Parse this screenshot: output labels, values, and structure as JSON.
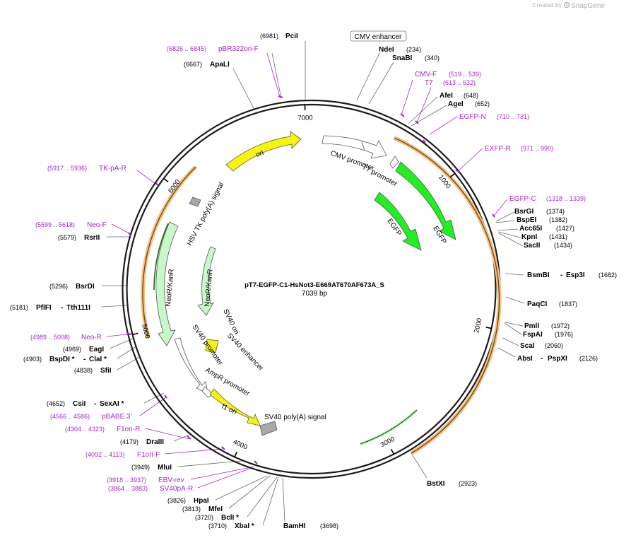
{
  "credit": {
    "prefix": "Created by",
    "brand": "SnapGene"
  },
  "plasmid": {
    "name": "pT7-EGFP-C1-HsNot3-E669AT670AF673A_S",
    "size_text": "7039 bp",
    "length": 7039
  },
  "ticks": [
    {
      "pos": 1000,
      "label": "1000"
    },
    {
      "pos": 2000,
      "label": "2000"
    },
    {
      "pos": 3000,
      "label": "3000"
    },
    {
      "pos": 4000,
      "label": "4000"
    },
    {
      "pos": 5000,
      "label": "5000"
    },
    {
      "pos": 6000,
      "label": "6000"
    },
    {
      "pos": 7000,
      "label": "7000"
    }
  ],
  "features": [
    {
      "name": "CMV enhancer",
      "boxed": true
    },
    {
      "name": "CMV promoter"
    },
    {
      "name": "T7 promoter"
    },
    {
      "name": "EGFP",
      "color": "#22ee22"
    },
    {
      "name": "EGFP",
      "color": "#22ee22"
    },
    {
      "name": "ori",
      "color": "#f5f50a"
    },
    {
      "name": "HSV TK poly(A) signal",
      "color": "#a8a8a8"
    },
    {
      "name": "NeoR/KanR",
      "color": "#c8f7c8"
    },
    {
      "name": "NeoR/KanR",
      "color": "#c8f7c8"
    },
    {
      "name": "SV40 ori",
      "color": "#f5f50a"
    },
    {
      "name": "SV40 enhancer"
    },
    {
      "name": "SV40 promoter"
    },
    {
      "name": "AmpR promoter"
    },
    {
      "name": "f1 ori",
      "color": "#f5f50a"
    },
    {
      "name": "SV40 poly(A) signal",
      "color": "#a8a8a8"
    }
  ],
  "sites": [
    {
      "name": "PciI",
      "pos": "(6981)"
    },
    {
      "name": "NdeI",
      "pos": "(234)"
    },
    {
      "name": "SnaBI",
      "pos": "(340)"
    },
    {
      "name": "ApaLI",
      "pos": "(6667)"
    },
    {
      "name": "AfeI",
      "pos": "(648)"
    },
    {
      "name": "AgeI",
      "pos": "(652)"
    },
    {
      "name": "BsrGI",
      "pos": "(1374)"
    },
    {
      "name": "BspEI",
      "pos": "(1382)"
    },
    {
      "name": "Acc65I",
      "pos": "(1427)"
    },
    {
      "name": "KpnI",
      "pos": "(1431)"
    },
    {
      "name": "SacII",
      "pos": "(1434)"
    },
    {
      "name": "BsmBI",
      "name2": "Esp3I",
      "pos": "(1682)"
    },
    {
      "name": "PaqCI",
      "pos": "(1837)"
    },
    {
      "name": "PmlI",
      "pos": "(1972)"
    },
    {
      "name": "FspAI",
      "pos": "(1976)"
    },
    {
      "name": "ScaI",
      "pos": "(2060)"
    },
    {
      "name": "AbsI",
      "name2": "PspXI",
      "pos": "(2126)"
    },
    {
      "name": "BstXI",
      "pos": "(2923)"
    },
    {
      "name": "RsrII",
      "pos": "(5579)"
    },
    {
      "name": "BsrDI",
      "pos": "(5296)"
    },
    {
      "name": "PflFI",
      "name2": "Tth111I",
      "pos": "(5181)"
    },
    {
      "name": "EagI",
      "pos": "(4969)"
    },
    {
      "name": "BspDI *",
      "name2": "ClaI *",
      "pos": "(4903)"
    },
    {
      "name": "SfiI",
      "pos": "(4838)"
    },
    {
      "name": "CsiI",
      "name2": "SexAI *",
      "pos": "(4652)"
    },
    {
      "name": "DraIII",
      "pos": "(4179)"
    },
    {
      "name": "MluI",
      "pos": "(3949)"
    },
    {
      "name": "HpaI",
      "pos": "(3826)"
    },
    {
      "name": "MfeI",
      "pos": "(3813)"
    },
    {
      "name": "BclI *",
      "pos": "(3720)"
    },
    {
      "name": "XbaI *",
      "pos": "(3710)"
    },
    {
      "name": "BamHI",
      "pos": "(3698)"
    }
  ],
  "primers": [
    {
      "name": "pBR322ori-F",
      "range": "(6826 .. 6845)"
    },
    {
      "name": "CMV-F",
      "range": "(519 .. 539)"
    },
    {
      "name": "T7",
      "range": "(613 .. 632)"
    },
    {
      "name": "EGFP-N",
      "range": "(710 .. 731)"
    },
    {
      "name": "EXFP-R",
      "range": "(971 .. 990)"
    },
    {
      "name": "EGFP-C",
      "range": "(1318 .. 1339)"
    },
    {
      "name": "TK-pA-R",
      "range": "(5917 .. 5936)"
    },
    {
      "name": "Neo-F",
      "range": "(5599 .. 5618)"
    },
    {
      "name": "Neo-R",
      "range": "(4989 .. 5008)"
    },
    {
      "name": "pBABE 3'",
      "range": "(4566 .. 4586)"
    },
    {
      "name": "F1ori-R",
      "range": "(4304 .. 4323)"
    },
    {
      "name": "F1ori-F",
      "range": "(4092 .. 4113)"
    },
    {
      "name": "EBV-rev",
      "range": "(3918 .. 3937)"
    },
    {
      "name": "SV40pA-R",
      "range": "(3864 .. 3883)"
    }
  ]
}
